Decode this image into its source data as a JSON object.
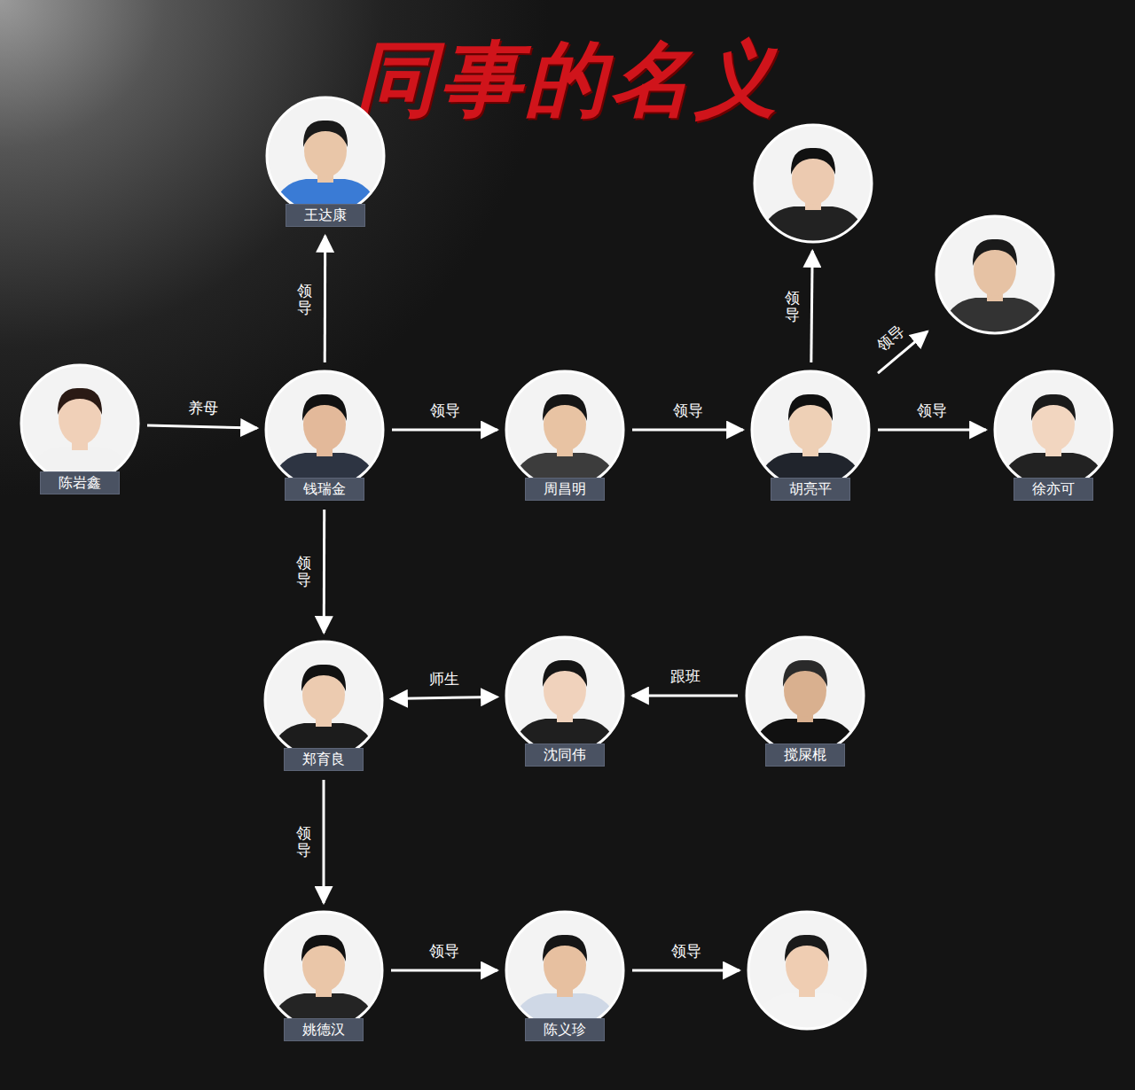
{
  "diagram": {
    "title": "同事的名义",
    "nodes": [
      {
        "text": [
          "王达康"
        ]
      },
      {
        "text": []
      },
      {
        "text": []
      },
      {
        "text": [
          "陈岩鑫"
        ]
      },
      {
        "text": [
          "钱瑞金"
        ]
      },
      {
        "text": [
          "周昌明"
        ]
      },
      {
        "text": [
          "胡亮平"
        ]
      },
      {
        "text": [
          "徐亦可"
        ]
      },
      {
        "text": [
          "郑育良"
        ]
      },
      {
        "text": [
          "沈同伟"
        ]
      },
      {
        "text": [
          "搅屎棍"
        ]
      },
      {
        "text": [
          "姚德汉"
        ]
      },
      {
        "text": [
          "陈义珍"
        ]
      },
      {
        "text": []
      }
    ],
    "edges": [
      {
        "from": 3,
        "to": 4,
        "label": "养母",
        "arrow": "to"
      },
      {
        "from": 4,
        "to": 0,
        "label": "领导",
        "arrow": "to"
      },
      {
        "from": 4,
        "to": 5,
        "label": "领导",
        "arrow": "to"
      },
      {
        "from": 5,
        "to": 6,
        "label": "领导",
        "arrow": "to"
      },
      {
        "from": 6,
        "to": 1,
        "label": "领导",
        "arrow": "to"
      },
      {
        "from": 6,
        "to": 2,
        "label": "领导",
        "arrow": "to"
      },
      {
        "from": 6,
        "to": 7,
        "label": "领导",
        "arrow": "to"
      },
      {
        "from": 4,
        "to": 8,
        "label": "领导",
        "arrow": "to"
      },
      {
        "from": 8,
        "to": 9,
        "label": "师生",
        "arrow": "both"
      },
      {
        "from": 10,
        "to": 9,
        "label": "跟班",
        "arrow": "to"
      },
      {
        "from": 8,
        "to": 11,
        "label": "领导",
        "arrow": "to"
      },
      {
        "from": 11,
        "to": 12,
        "label": "领导",
        "arrow": "to"
      },
      {
        "from": 12,
        "to": 13,
        "label": "领导",
        "arrow": "to"
      }
    ]
  }
}
